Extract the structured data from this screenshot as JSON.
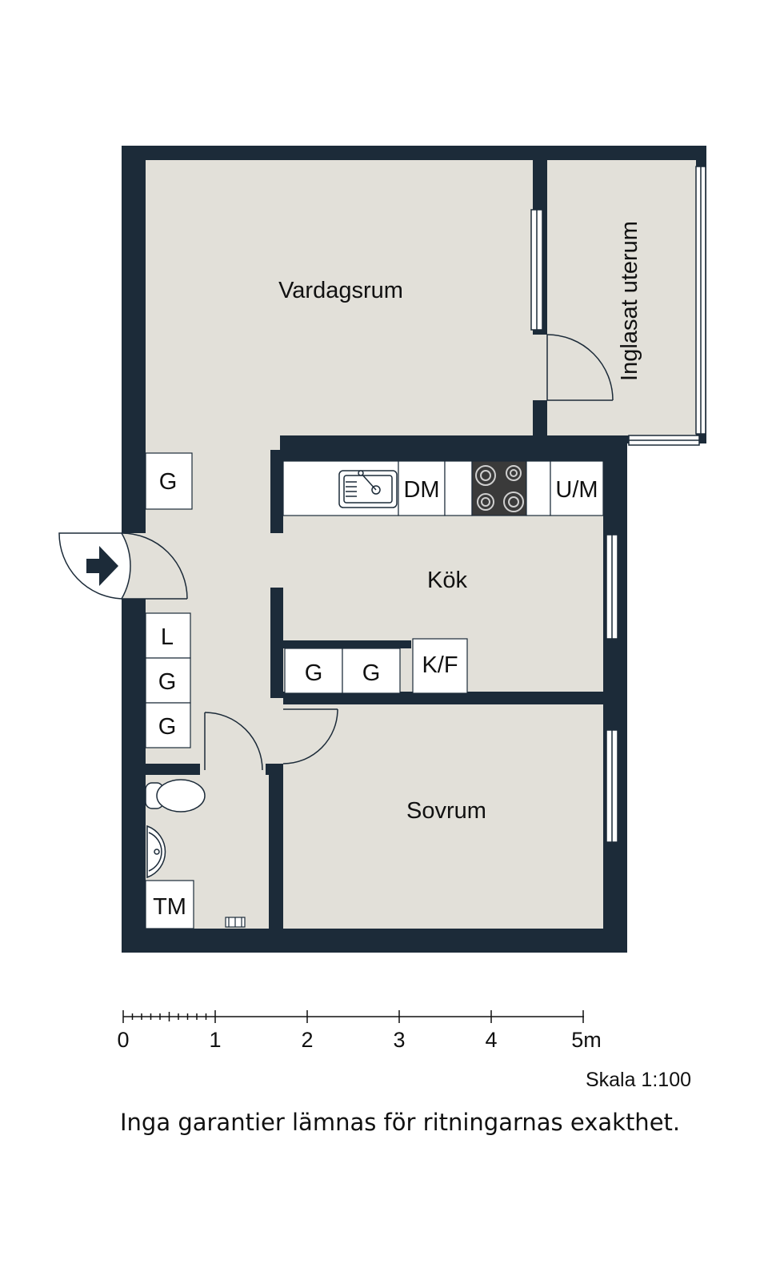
{
  "rooms": {
    "living": "Vardagsrum",
    "sunroom": "Inglasat uterum",
    "kitchen": "Kök",
    "bedroom": "Sovrum"
  },
  "fixtures": {
    "wardrobe_hall_top": "G",
    "linen": "L",
    "wardrobe_hall_mid": "G",
    "wardrobe_hall_low": "G",
    "wardrobe_kitchen_1": "G",
    "wardrobe_kitchen_2": "G",
    "fridge_freezer": "K/F",
    "dishwasher": "DM",
    "oven_microwave": "U/M",
    "washing_machine": "TM"
  },
  "scale": {
    "ticks": [
      "0",
      "1",
      "2",
      "3",
      "4",
      "5m"
    ],
    "label": "Skala 1:100"
  },
  "disclaimer": "Inga garantier lämnas för ritningarnas exakthet.",
  "colors": {
    "wall": "#1c2b39",
    "floor": "#e2e0d9",
    "fixture": "#ffffff",
    "stove": "#3a3a3a"
  },
  "icons": {
    "entrance": "entrance-arrow-icon",
    "toilet": "toilet-icon",
    "sink": "sink-icon",
    "stove": "stove-icon",
    "kitchen_sink": "kitchen-sink-icon",
    "faucet": "faucet-icon"
  }
}
